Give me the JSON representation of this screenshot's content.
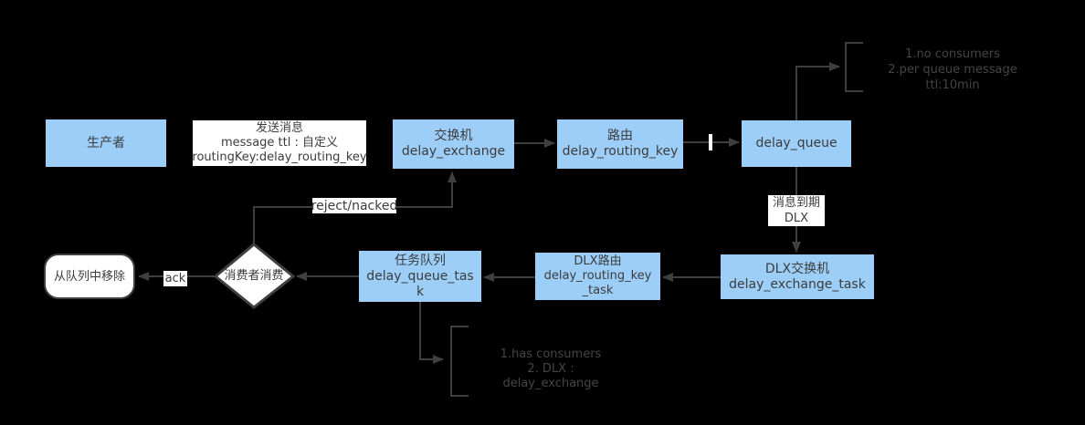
{
  "diagram": {
    "background_color": "#000000",
    "node_fill_color": "#9ccef8",
    "line_color": "#3f3f3f",
    "annotation_color": "#454545",
    "nodes": {
      "producer": {
        "label": "生产者"
      },
      "send_message": {
        "label": "发送消息\nmessage ttl : 自定义\nroutingKey:delay_routing_key"
      },
      "exchange": {
        "label": "交换机\ndelay_exchange"
      },
      "routing": {
        "label": "路由\ndelay_routing_key"
      },
      "delay_queue": {
        "label": "delay_queue"
      },
      "dlx_exchange": {
        "label": "DLX交换机\ndelay_exchange_task"
      },
      "dlx_routing": {
        "label": "DLX路由\ndelay_routing_key\n_task"
      },
      "task_queue": {
        "label": "任务队列\ndelay_queue_tas\nk"
      },
      "consumer_decision": {
        "label": "消费者消费"
      },
      "removed": {
        "label": "从队列中移除"
      }
    },
    "edge_labels": {
      "reject_nacked": "reject/nacked",
      "ack": "ack",
      "message_expire": "消息到期\nDLX"
    },
    "annotations": {
      "top_right": "1.no consumers\n2.per queue message ttl:10min",
      "bottom": "1.has consumers\n2. DLX : delay_exchange"
    }
  }
}
